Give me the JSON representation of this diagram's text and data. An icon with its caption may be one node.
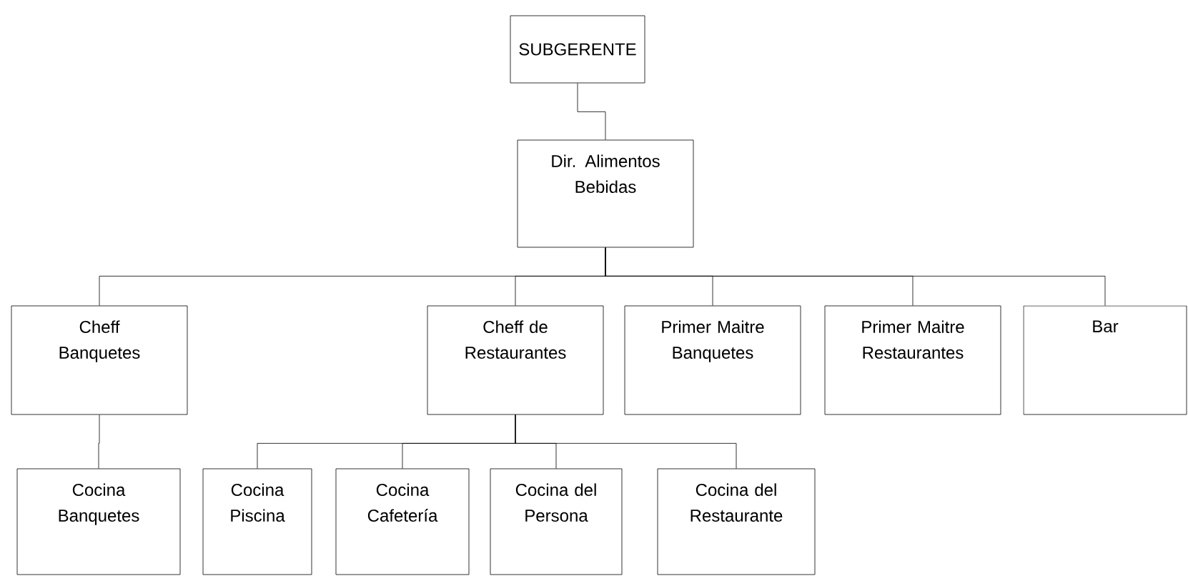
{
  "diagram": {
    "nodes": [
      {
        "text": [
          "SUBGERENTE"
        ]
      },
      {
        "text": [
          "Dir. Alimentos Bebidas"
        ]
      },
      {
        "text": [
          "Cheff Banquetes"
        ]
      },
      {
        "text": [
          "Cheff de Restaurantes"
        ]
      },
      {
        "text": [
          "Primer Maitre Banquetes"
        ]
      },
      {
        "text": [
          "Primer Maitre Restaurantes"
        ]
      },
      {
        "text": [
          "Bar"
        ]
      },
      {
        "text": [
          "Cocina Banquetes"
        ]
      },
      {
        "text": [
          "Cocina Piscina"
        ]
      },
      {
        "text": [
          "Cocina Cafetería"
        ]
      },
      {
        "text": [
          "Cocina del Persona"
        ]
      },
      {
        "text": [
          "Cocina del Restaurante"
        ]
      }
    ],
    "edges": [
      {
        "from": 0,
        "to": 1,
        "arrow": "none"
      },
      {
        "from": 1,
        "to": 2,
        "arrow": "none"
      },
      {
        "from": 1,
        "to": 3,
        "arrow": "none"
      },
      {
        "from": 1,
        "to": 4,
        "arrow": "none"
      },
      {
        "from": 1,
        "to": 5,
        "arrow": "none"
      },
      {
        "from": 1,
        "to": 6,
        "arrow": "none"
      },
      {
        "from": 2,
        "to": 7,
        "arrow": "none"
      },
      {
        "from": 3,
        "to": 8,
        "arrow": "none"
      },
      {
        "from": 3,
        "to": 9,
        "arrow": "none"
      },
      {
        "from": 3,
        "to": 10,
        "arrow": "none"
      },
      {
        "from": 3,
        "to": 11,
        "arrow": "none"
      }
    ]
  }
}
